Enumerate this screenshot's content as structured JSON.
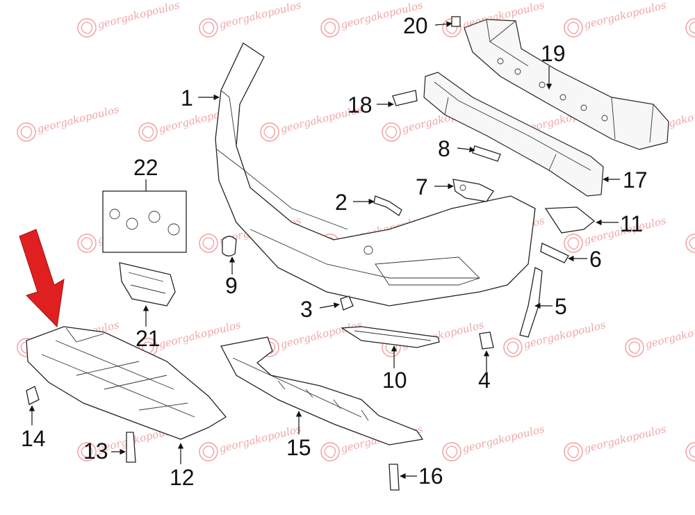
{
  "watermark": {
    "text": "georgakopoulos",
    "color": "#f2a6a6"
  },
  "highlight": {
    "color": "#e02020",
    "target_callout": "12"
  },
  "callouts": [
    "1",
    "2",
    "3",
    "4",
    "5",
    "6",
    "7",
    "8",
    "9",
    "10",
    "11",
    "12",
    "13",
    "14",
    "15",
    "16",
    "17",
    "18",
    "19",
    "20",
    "21",
    "22"
  ]
}
